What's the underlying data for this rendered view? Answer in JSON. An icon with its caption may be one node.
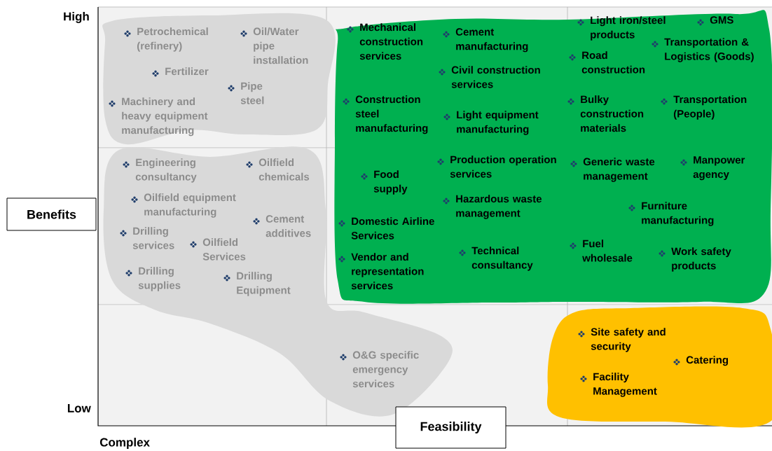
{
  "diagram": {
    "nodes": [
      {
        "text": [],
        "shape": "blob"
      },
      {
        "text": [
          "Petrochemical (refinery)"
        ],
        "in": 0
      },
      {
        "text": [
          "Oil/Water pipe installation"
        ],
        "in": 0
      },
      {
        "text": [
          "Fertilizer"
        ],
        "in": 0
      },
      {
        "text": [
          "Pipe steel"
        ],
        "in": 0
      },
      {
        "text": [
          "Machinery and heavy equipment manufacturing"
        ],
        "in": 0
      },
      {
        "text": [],
        "shape": "blob"
      },
      {
        "text": [
          "Mechanical construction services"
        ],
        "in": 6
      },
      {
        "text": [
          "Cement manufacturing"
        ],
        "in": 6
      },
      {
        "text": [
          "Civil construction services"
        ],
        "in": 6
      },
      {
        "text": [
          "Construction steel manufacturing"
        ],
        "in": 6
      },
      {
        "text": [
          "Light equipment manufacturing"
        ],
        "in": 6
      },
      {
        "text": [
          "Light iron/steel products"
        ],
        "in": 6
      },
      {
        "text": [
          "GMS"
        ],
        "in": 6
      },
      {
        "text": [
          "Transportation & Logistics (Goods)"
        ],
        "in": 6
      },
      {
        "text": [
          "Road construction"
        ],
        "in": 6
      },
      {
        "text": [
          "Bulky construction materials"
        ],
        "in": 6
      },
      {
        "text": [
          "Transportation (People)"
        ],
        "in": 6
      },
      {
        "text": [
          "Food supply"
        ],
        "in": 6
      },
      {
        "text": [
          "Production operation services"
        ],
        "in": 6
      },
      {
        "text": [
          "Hazardous waste management"
        ],
        "in": 6
      },
      {
        "text": [
          "Domestic Airline Services"
        ],
        "in": 6
      },
      {
        "text": [
          "Vendor and representation services"
        ],
        "in": 6
      },
      {
        "text": [
          "Technical consultancy"
        ],
        "in": 6
      },
      {
        "text": [
          "Generic waste management"
        ],
        "in": 6
      },
      {
        "text": [
          "Manpower agency"
        ],
        "in": 6
      },
      {
        "text": [
          "Furniture manufacturing"
        ],
        "in": 6
      },
      {
        "text": [
          "Fuel wholesale"
        ],
        "in": 6
      },
      {
        "text": [
          "Work safety products"
        ],
        "in": 6
      },
      {
        "text": [],
        "shape": "blob"
      },
      {
        "text": [
          "Engineering consultancy"
        ],
        "in": 29
      },
      {
        "text": [
          "Oilfield chemicals"
        ],
        "in": 29
      },
      {
        "text": [
          "Oilfield equipment manufacturing"
        ],
        "in": 29
      },
      {
        "text": [
          "Cement additives"
        ],
        "in": 29
      },
      {
        "text": [
          "Drilling services"
        ],
        "in": 29
      },
      {
        "text": [
          "Oilfield Services"
        ],
        "in": 29
      },
      {
        "text": [
          "Drilling supplies"
        ],
        "in": 29
      },
      {
        "text": [
          "Drilling Equipment"
        ],
        "in": 29
      },
      {
        "text": [
          "O&G specific emergency services"
        ],
        "in": 29
      },
      {
        "text": [],
        "shape": "blob"
      },
      {
        "text": [
          "Site safety and security"
        ],
        "in": 39
      },
      {
        "text": [
          "Catering"
        ],
        "in": 39
      },
      {
        "text": [
          "Facility Management"
        ],
        "in": 39
      },
      {
        "text": [
          "Benefits"
        ]
      },
      {
        "text": [
          "Feasibility"
        ]
      }
    ],
    "labels": [
      "High",
      "Low",
      "Complex"
    ]
  }
}
